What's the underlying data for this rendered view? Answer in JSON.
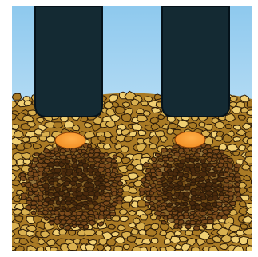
{
  "colors": {
    "sky_top": "#8ec9ee",
    "sky_bottom": "#e9f5fc",
    "rod": "#142a33",
    "rod_edge": "#05121a",
    "granule": "#d9b04f",
    "granule_light": "#f0cf73",
    "granule_dark": "#a97a25",
    "cluster_granule": "#7a4a1c",
    "cluster_granule_dark": "#4a2a0d",
    "hot_spot": "#f08a1e",
    "hot_spot_light": "#ffb04a",
    "outline": "#2b1a08"
  },
  "rods": [
    {
      "name": "left-rod"
    },
    {
      "name": "right-rod"
    }
  ],
  "hot_spots": [
    {
      "name": "left-hot-spot"
    },
    {
      "name": "right-hot-spot"
    }
  ],
  "clusters": [
    {
      "name": "left-sintered-cluster"
    },
    {
      "name": "right-sintered-cluster"
    }
  ]
}
